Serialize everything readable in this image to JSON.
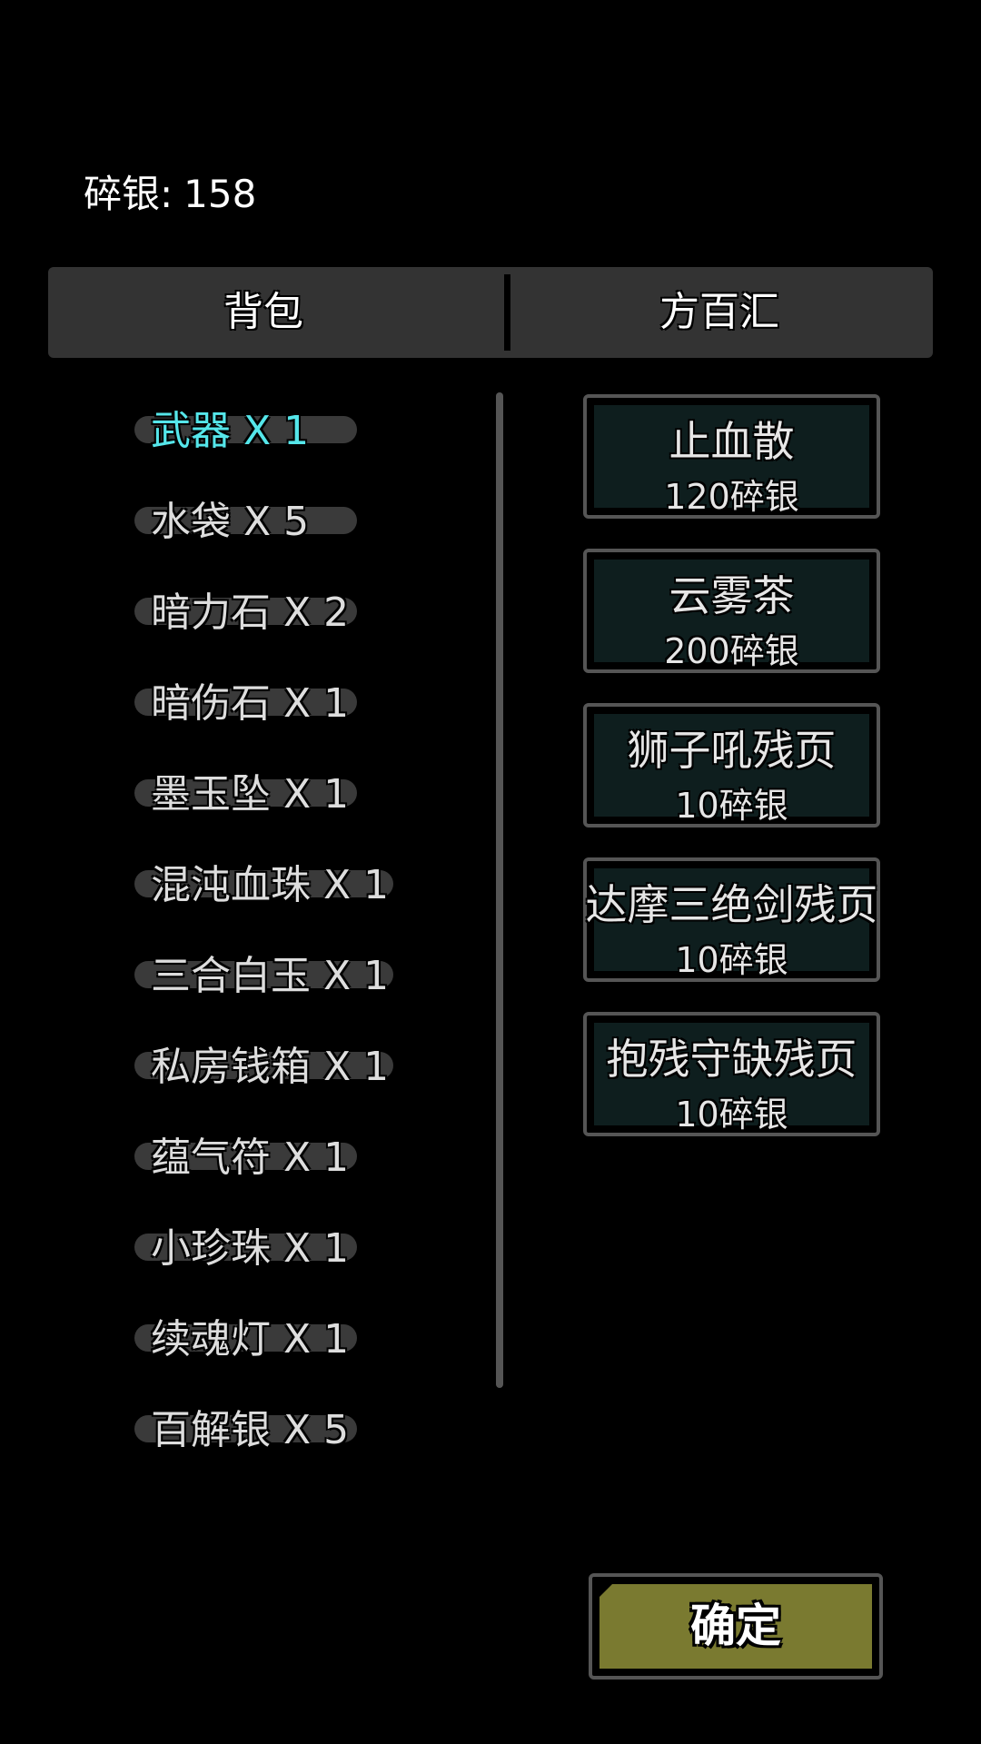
{
  "currency": {
    "label": "碎银:",
    "value": "158"
  },
  "tabs": {
    "bag": "背包",
    "shop": "方百汇"
  },
  "inventory": [
    {
      "text": "武器 X 1",
      "selected": true
    },
    {
      "text": "水袋 X 5"
    },
    {
      "text": "暗力石 X 2"
    },
    {
      "text": "暗伤石 X 1"
    },
    {
      "text": "墨玉坠 X 1"
    },
    {
      "text": "混沌血珠 X 1"
    },
    {
      "text": "三合白玉 X 1"
    },
    {
      "text": "私房钱箱 X 1"
    },
    {
      "text": "蕴气符 X 1"
    },
    {
      "text": "小珍珠 X 1"
    },
    {
      "text": "续魂灯 X 1"
    },
    {
      "text": "百解银 X 5"
    }
  ],
  "shop": [
    {
      "name": "止血散",
      "price": "120碎银"
    },
    {
      "name": "云雾茶",
      "price": "200碎银"
    },
    {
      "name": "狮子吼残页",
      "price": "10碎银"
    },
    {
      "name": "达摩三绝剑残页",
      "price": "10碎银"
    },
    {
      "name": "抱残守缺残页",
      "price": "10碎银"
    }
  ],
  "confirm_label": "确定"
}
